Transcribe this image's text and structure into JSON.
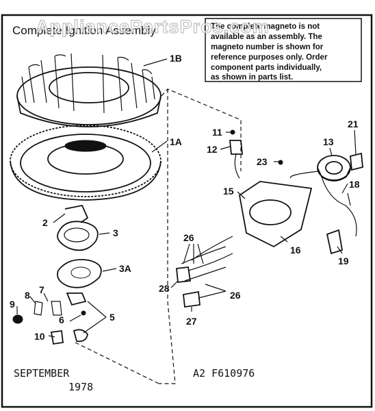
{
  "header": {
    "title": "Complete Ignition Assembly"
  },
  "watermark": "AppliancePartsPros.com",
  "note_lines": [
    "The complete magneto is not",
    "available as an assembly. The",
    "magneto number is shown for",
    "reference purposes only. Order",
    "component parts individually,",
    "as shown in parts list."
  ],
  "part_labels": {
    "p1B": "1B",
    "p1A": "1A",
    "p2": "2",
    "p3": "3",
    "p3A": "3A",
    "p5": "5",
    "p6": "6",
    "p7": "7",
    "p8": "8",
    "p9": "9",
    "p10": "10",
    "p11": "11",
    "p12": "12",
    "p13": "13",
    "p15": "15",
    "p16": "16",
    "p18": "18",
    "p19": "19",
    "p21": "21",
    "p23": "23",
    "p26a": "26",
    "p26b": "26",
    "p27": "27",
    "p28": "28"
  },
  "footer": {
    "date_month": "SEPTEMBER",
    "date_year": "1978",
    "model": "A2  F610976"
  }
}
